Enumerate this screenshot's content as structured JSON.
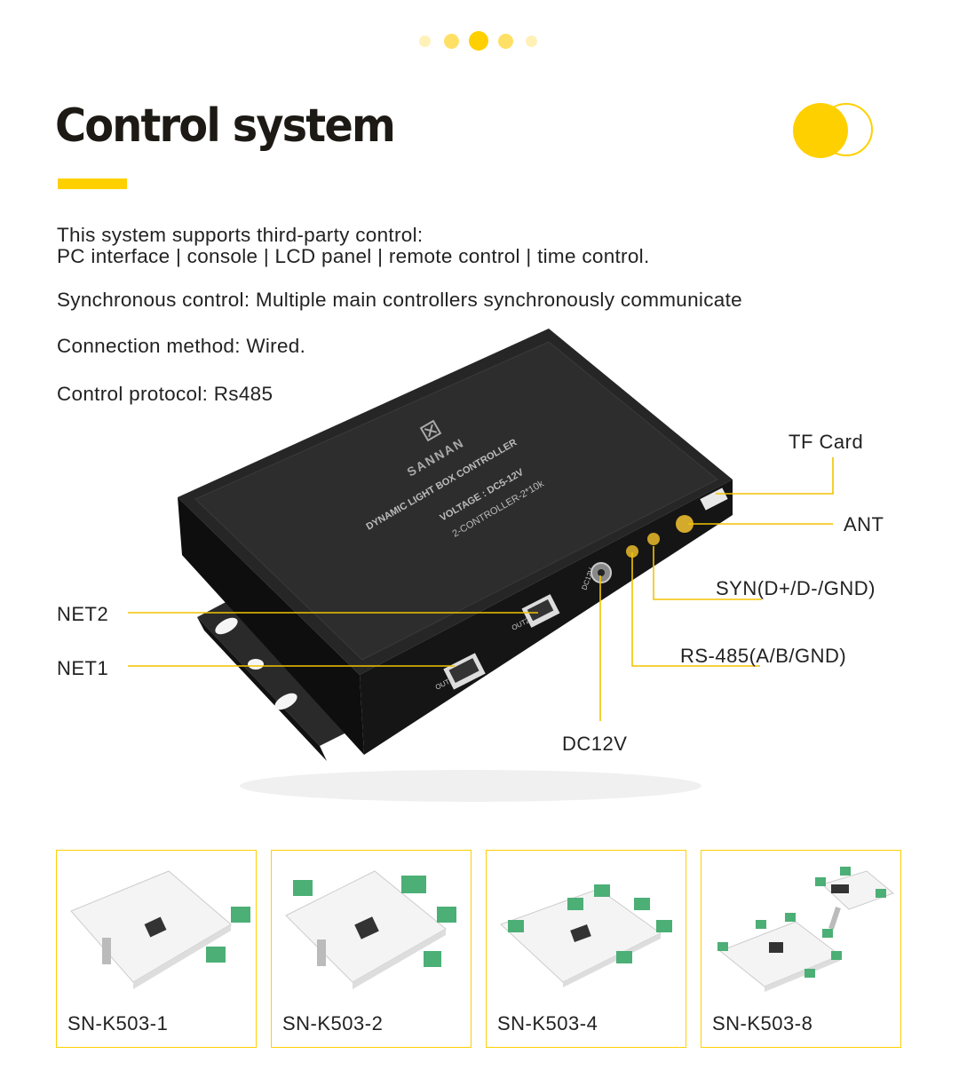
{
  "pagination": {
    "dots": 5,
    "active_index": 2
  },
  "header": {
    "title": "Control system"
  },
  "description": {
    "line1": "This system supports third-party control:",
    "line2": "PC interface  |  console  |  LCD panel  |  remote control  |  time control.",
    "line3": "Synchronous control: Multiple main controllers synchronously communicate",
    "line4": "Connection method: Wired.",
    "line5": "Control protocol: Rs485"
  },
  "device": {
    "brand": "SANNAN",
    "print_line1": "DYNAMIC LIGHT BOX CONTROLLER",
    "print_line2": "VOLTAGE : DC5-12V",
    "print_line3": "2-CONTROLLER-2*10k",
    "port_out1": "OUT1",
    "port_out2": "OUT2",
    "port_dc": "DC12V"
  },
  "callouts": {
    "tf_card": "TF  Card",
    "ant": "ANT",
    "syn": "SYN(D+/D-/GND)",
    "rs485": "RS-485(A/B/GND)",
    "dc12v": "DC12V",
    "net2": "NET2",
    "net1": "NET1"
  },
  "products": [
    {
      "label": "SN-K503-1"
    },
    {
      "label": "SN-K503-2"
    },
    {
      "label": "SN-K503-4"
    },
    {
      "label": "SN-K503-8"
    }
  ],
  "colors": {
    "accent": "#ffd000",
    "accent_light": "#fff1b8",
    "device_body": "#1b1b1b",
    "board": "#f2f2f2",
    "terminal_green": "#4caf76",
    "text": "#222222"
  }
}
